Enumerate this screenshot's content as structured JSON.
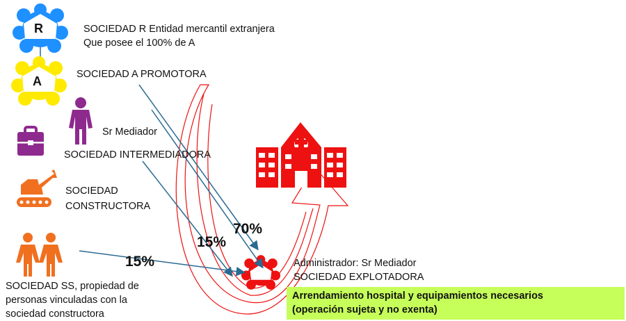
{
  "nodes": {
    "r": {
      "badge": "R",
      "line1": "SOCIEDAD R Entidad mercantil extranjera",
      "line2": "Que posee el 100% de A"
    },
    "a": {
      "badge": "A",
      "label": "SOCIEDAD A PROMOTORA"
    },
    "mediator": {
      "label": "Sr Mediador"
    },
    "intermediadora": {
      "label": "SOCIEDAD INTERMEDIADORA"
    },
    "constructora": {
      "line1": "SOCIEDAD",
      "line2": "CONSTRUCTORA"
    },
    "ss": {
      "line1": "SOCIEDAD SS, propiedad de",
      "line2": "personas vinculadas con la",
      "line3": "sociedad constructora"
    },
    "explotadora": {
      "line1": "Administrador: Sr Mediador",
      "line2": "SOCIEDAD EXPLOTADORA"
    }
  },
  "percentages": {
    "p70": "70%",
    "p15_left": "15%",
    "p15_mid": "15%"
  },
  "callout": {
    "line1": "Arrendamiento hospital y equipamientos necesarios",
    "line2": "(operación sujeta y no exenta)"
  },
  "colors": {
    "blue": "#1e90ff",
    "yellow": "#ffea00",
    "purple": "#8e2a8e",
    "orange": "#f07020",
    "red": "#ee1111",
    "arrow": "#2a6a92",
    "callout_bg": "#c6ff5a"
  }
}
